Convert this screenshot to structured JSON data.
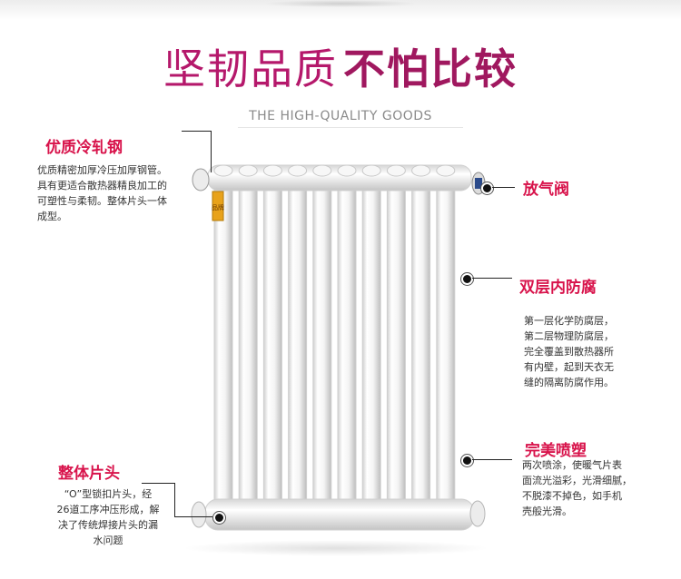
{
  "headline": {
    "light": "坚韧品质",
    "bold": "不怕比较"
  },
  "subheading": "THE HIGH-QUALITY GOODS",
  "radiator": {
    "brand_label": "品牌"
  },
  "features": {
    "steel": {
      "title": "优质冷轧钢",
      "lines": [
        "优质精密加厚冷压加厚钢管。",
        "具有更适合散热器精良加工的",
        "可塑性与柔韧。整体片头一体",
        "成型。"
      ]
    },
    "valve": {
      "title": "放气阀"
    },
    "anticorrosion": {
      "title": "双层内防腐",
      "lines": [
        "第一层化学防腐层，",
        "第二层物理防腐层，",
        "完全覆盖到散热器所",
        "有内壁，起到天衣无",
        "缝的隔离防腐作用。"
      ]
    },
    "spray": {
      "title": "完美喷塑",
      "lines": [
        "两次喷涂，使暖气片表",
        "面流光溢彩，光滑细腻，",
        "不脱漆不掉色，如手机",
        "壳般光滑。"
      ]
    },
    "header": {
      "title": "整体片头",
      "lines": [
        "“O”型锁扣片头，经",
        "26道工序冲压形成，解",
        "决了传统焊接片头的漏",
        "水问题"
      ]
    }
  }
}
